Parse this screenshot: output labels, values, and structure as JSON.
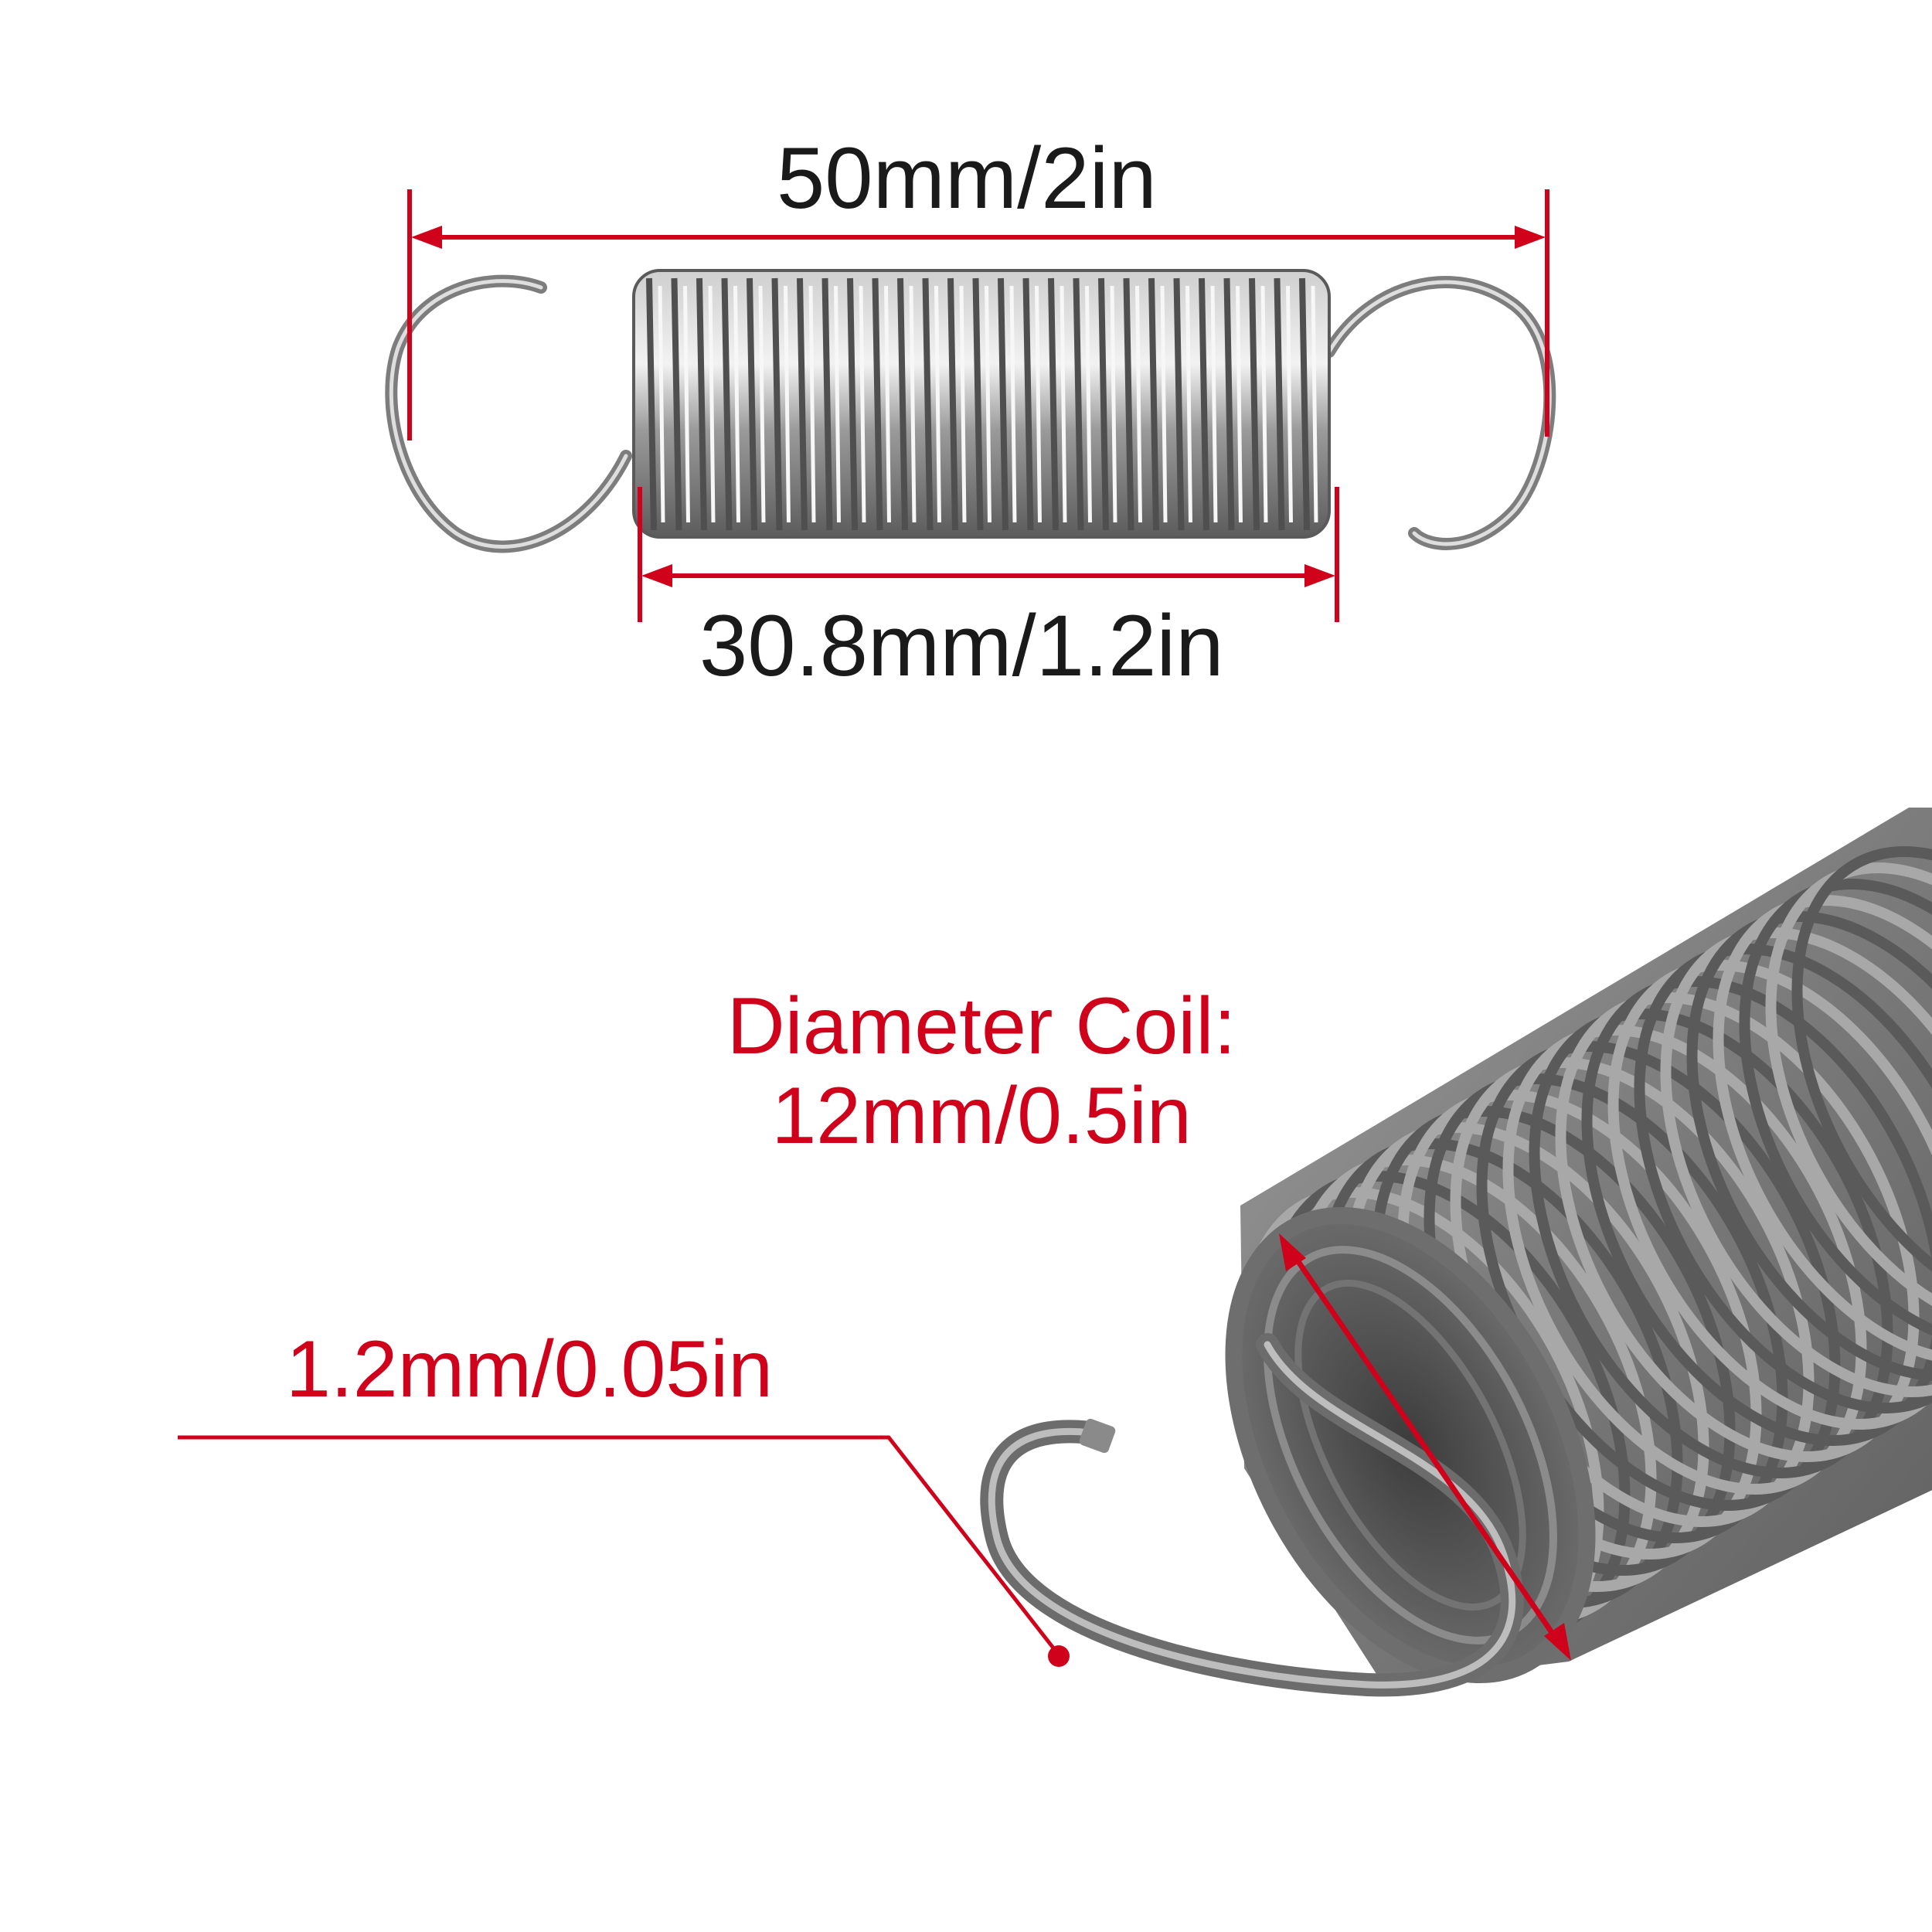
{
  "colors": {
    "dimension_red": "#d0021b",
    "text_dark": "#1a1a1a",
    "spring_steel": "#8a8a8a",
    "spring_highlight": "#d9d9d9",
    "spring_shadow": "#4a4a4a"
  },
  "dimensions": {
    "total_length": "50mm/2in",
    "body_length": "30.8mm/1.2in",
    "coil_diameter_title": "Diameter Coil:",
    "coil_diameter_value": "12mm/0.5in",
    "wire_diameter": "1.2mm/0.05in"
  }
}
